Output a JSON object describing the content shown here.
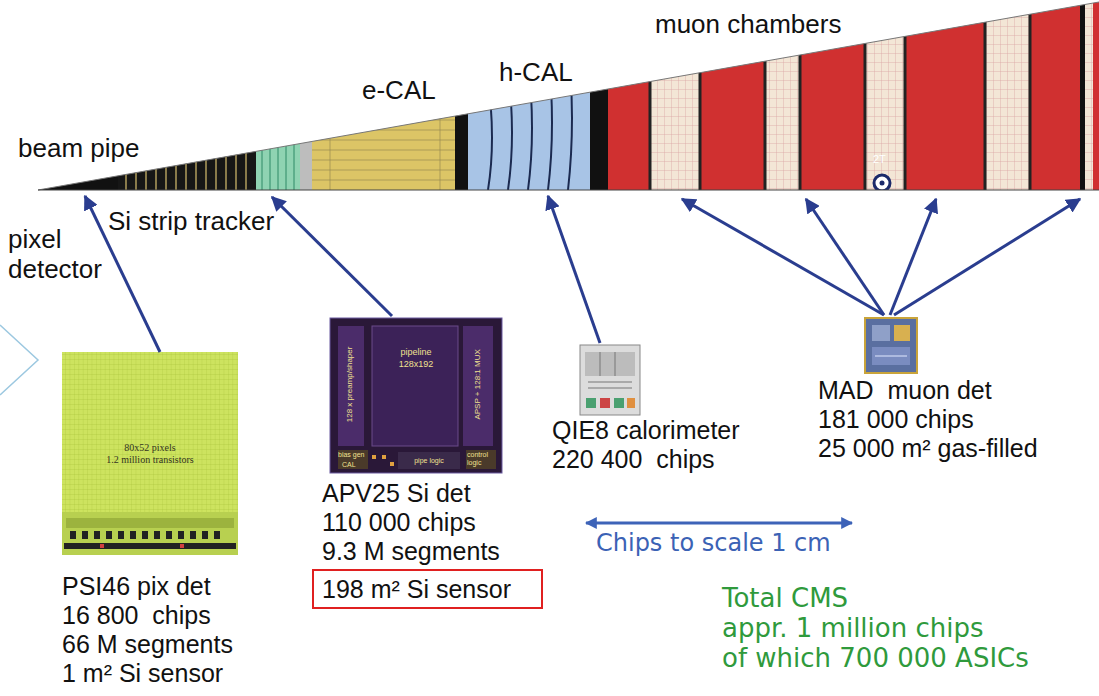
{
  "diagram": {
    "nodes": [
      {
        "text": [
          "80x52 pixels",
          "1.2 million transistors"
        ]
      },
      {
        "text": [
          "pipeline",
          "128x192",
          "128 x preamp/shaper",
          "APSP + 128:1 MUX",
          "bias gen",
          "CAL",
          "pipe logic",
          "control logic"
        ]
      },
      {
        "text": [
          "198 m² Si sensor"
        ]
      }
    ],
    "labels": [
      "muon chambers",
      "e-CAL",
      "h-CAL",
      "beam pipe",
      "2T",
      "Si strip tracker",
      "pixel detector",
      "PSI46 pix det",
      "16 800  chips",
      "66 M segments",
      "1 m² Si sensor",
      "APV25 Si det",
      "110 000 chips",
      "9.3 M segments",
      "QIE8 calorimeter",
      "220 400  chips",
      "MAD  muon det",
      "181 000 chips",
      "25 000 m² gas-filled",
      "Chips to scale 1 cm",
      "Total CMS",
      "appr. 1 million chips",
      "of which 700 000 ASICs"
    ]
  }
}
